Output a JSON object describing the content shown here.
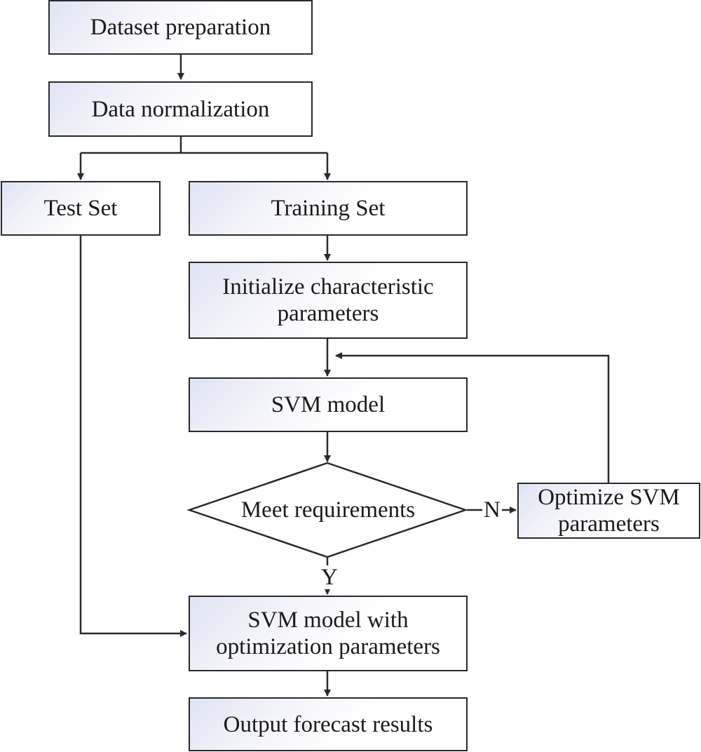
{
  "nodes": {
    "dataset_preparation": "Dataset preparation",
    "data_normalization": "Data normalization",
    "test_set": "Test Set",
    "training_set": "Training Set",
    "initialize_parameters": {
      "line1": "Initialize characteristic",
      "line2": "parameters"
    },
    "svm_model": "SVM model",
    "meet_requirements": "Meet requirements",
    "optimize_svm": {
      "line1": "Optimize SVM",
      "line2": "parameters"
    },
    "svm_model_optimized": {
      "line1": "SVM model with",
      "line2": "optimization parameters"
    },
    "output_results": "Output forecast results"
  },
  "edge_labels": {
    "no": "N",
    "yes": "Y"
  },
  "colors": {
    "stroke": "#2a2a2a",
    "box_gradient_start": "#dfe3f3",
    "background": "#ffffff"
  }
}
